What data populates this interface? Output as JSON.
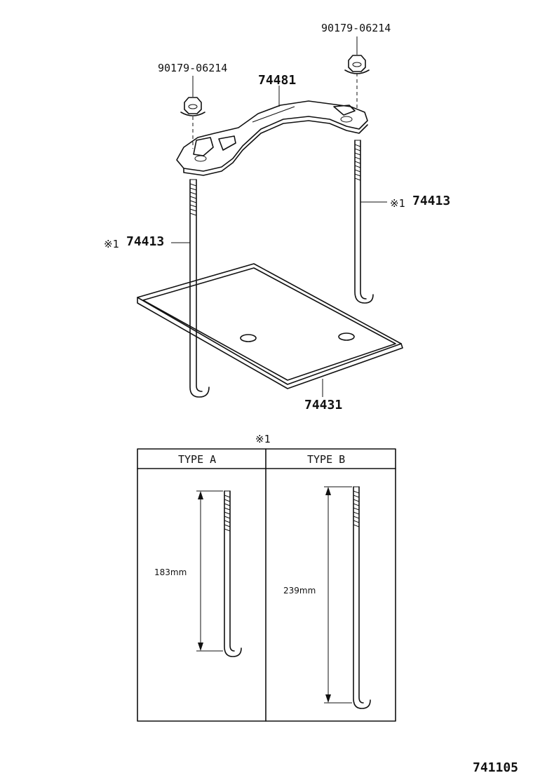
{
  "callouts": {
    "nut_right": "90179-06214",
    "nut_left": "90179-06214",
    "clamp": "74481",
    "rod_right_mark": "※1",
    "rod_right": "74413",
    "rod_left_mark": "※1",
    "rod_left": "74413",
    "tray": "74431"
  },
  "table": {
    "note_mark": "※1",
    "columns": [
      "TYPE A",
      "TYPE B"
    ],
    "type_a_length": "183mm",
    "type_b_length": "239mm"
  },
  "diagram_id": "741105"
}
